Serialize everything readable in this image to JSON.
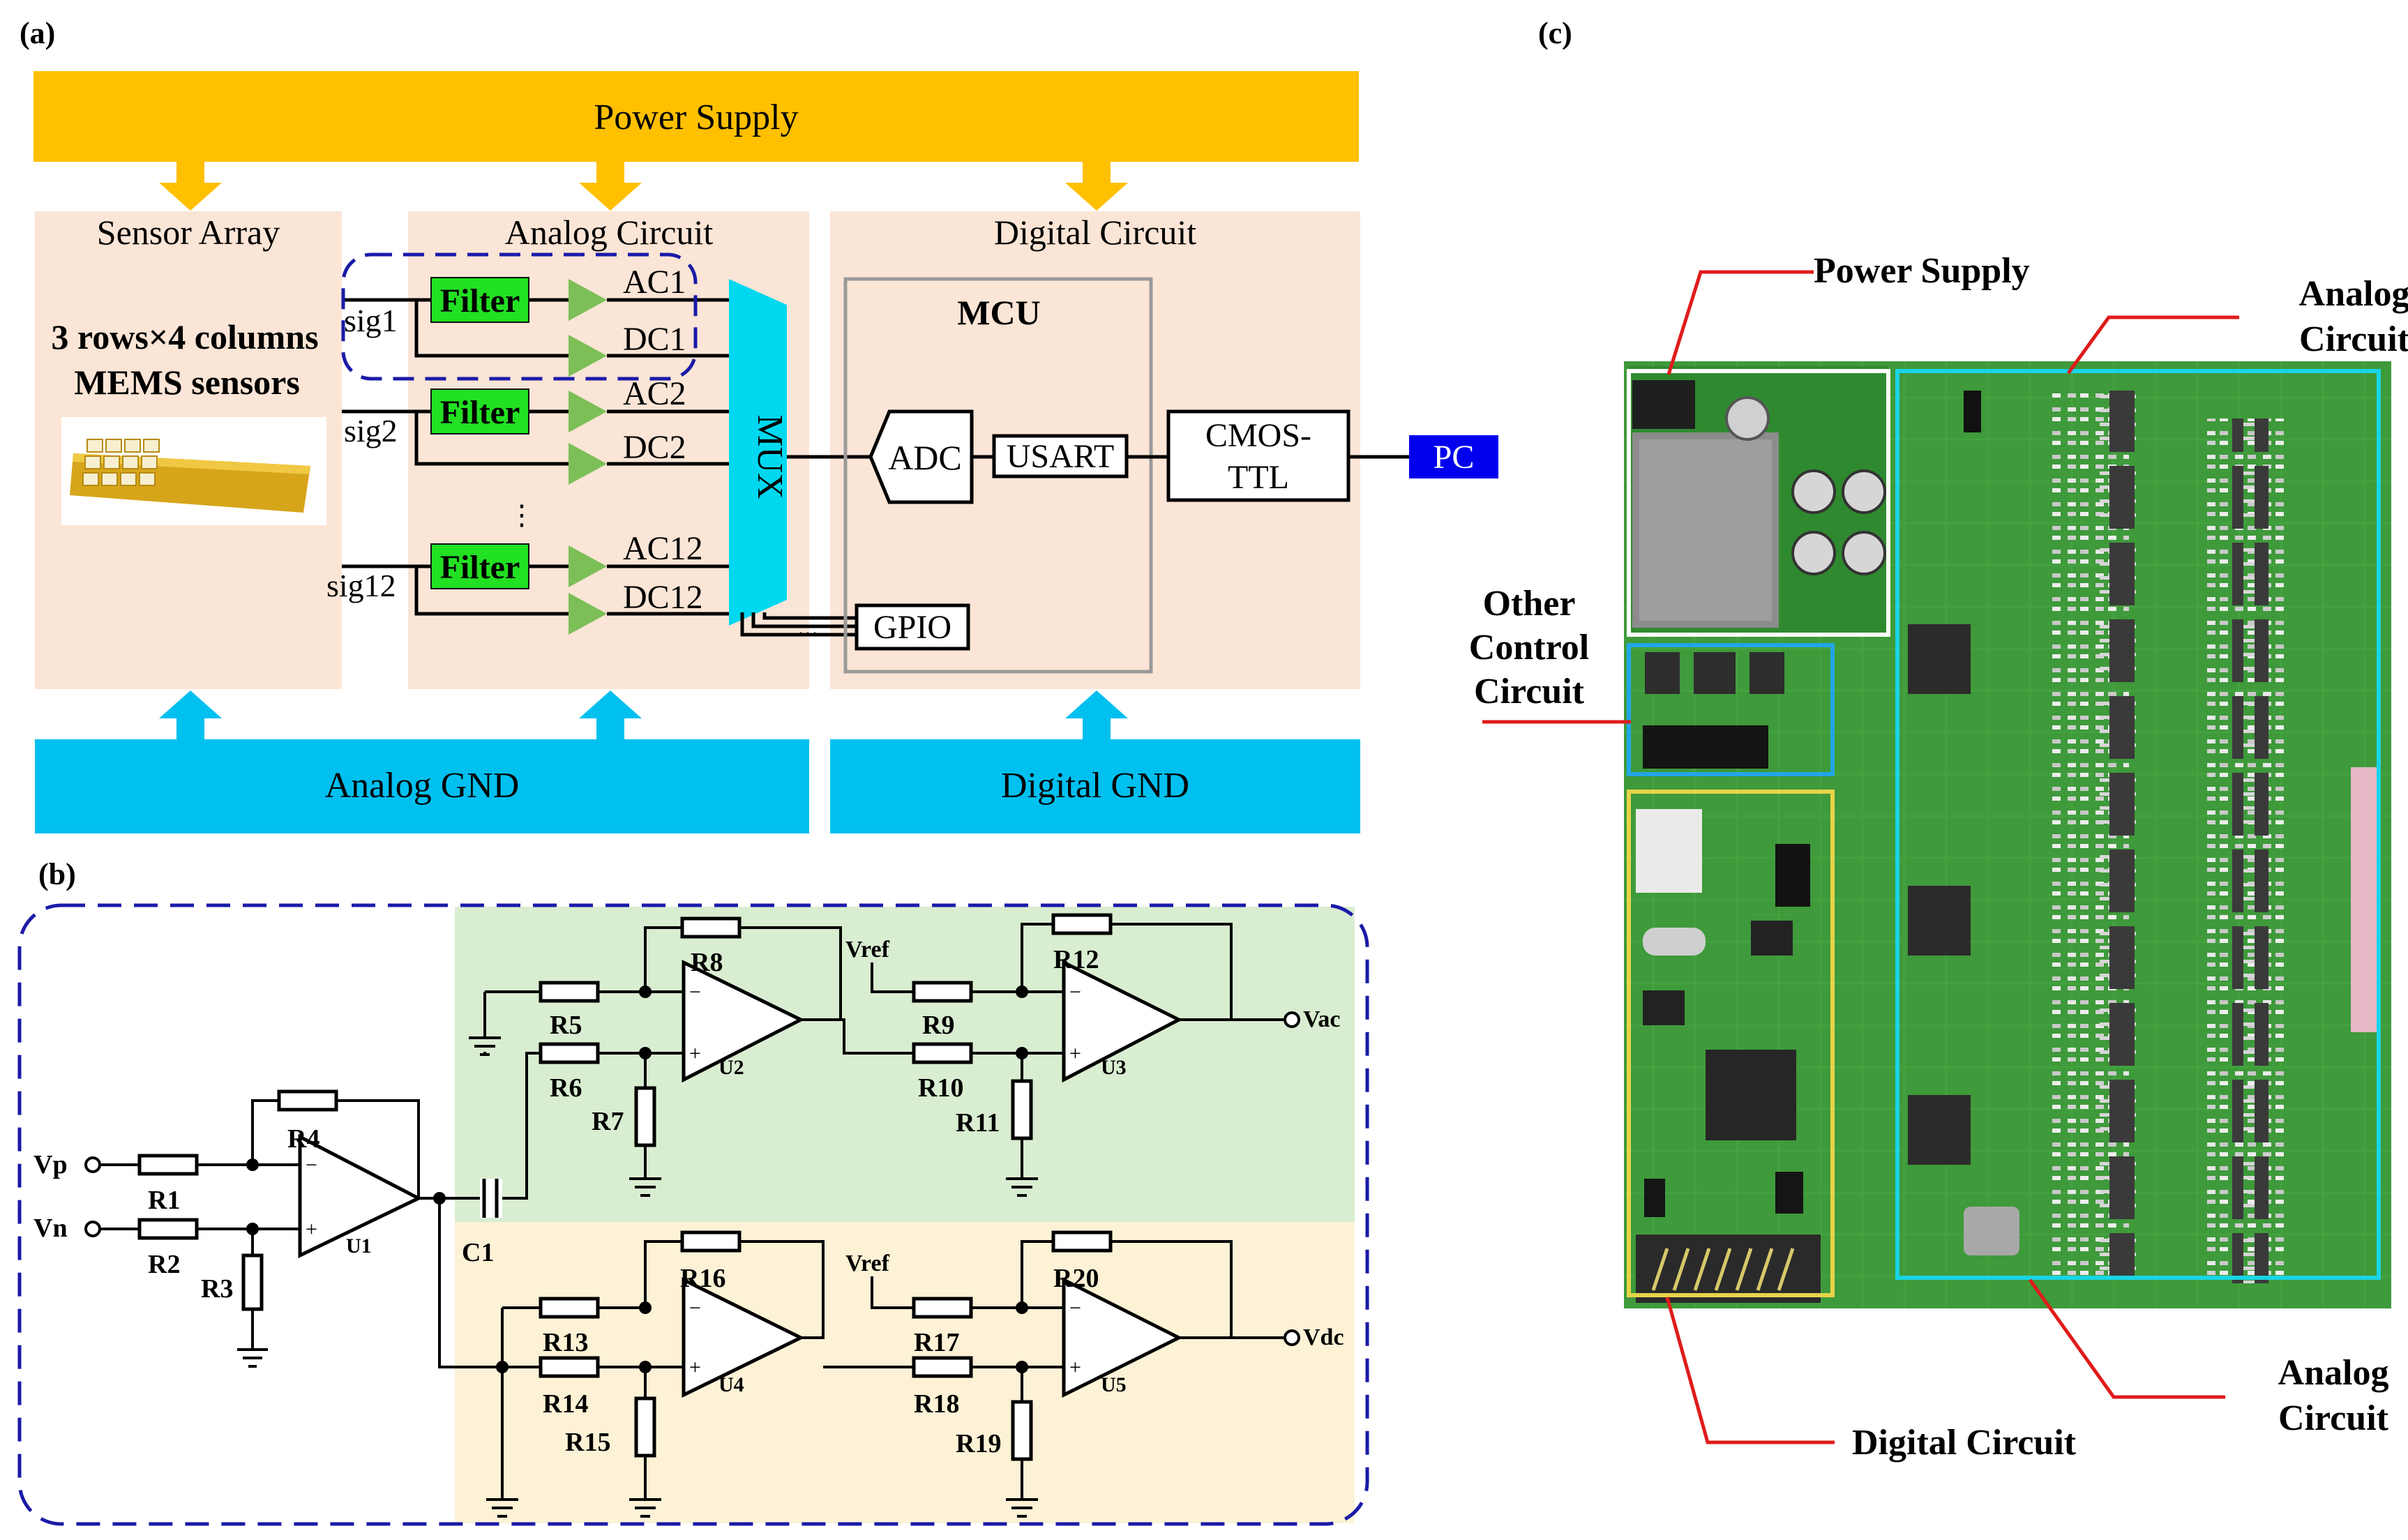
{
  "panel_labels": {
    "a": "(a)",
    "b": "(b)",
    "c": "(c)"
  },
  "colors": {
    "power": "#ffc000",
    "gnd": "#00c0f0",
    "block_bg": "#fbe5d6",
    "filter": "#22e022",
    "mux": "#00d8f0",
    "pc": "#0000ee",
    "green_bg": "#d9edd1",
    "yellow_bg": "#fdf2d6",
    "dash": "#1a1aa8",
    "pcb": "#3e9a3a",
    "callout": "#e01b1b"
  },
  "a": {
    "power_supply": "Power Supply",
    "sensor_array": "Sensor Array",
    "analog_circuit": "Analog Circuit",
    "digital_circuit": "Digital Circuit",
    "sensor_line1": "3 rows×4 columns",
    "sensor_line2": "MEMS sensors",
    "sig": [
      "sig1",
      "sig2",
      "sig12"
    ],
    "filter": "Filter",
    "ac": [
      "AC1",
      "AC2",
      "AC12"
    ],
    "dc": [
      "DC1",
      "DC2",
      "DC12"
    ],
    "vdots": "⋮",
    "hdots": "···",
    "mux": "MUX",
    "mcu": "MCU",
    "adc": "ADC",
    "usart": "USART",
    "cmos1": "CMOS-",
    "cmos2": "TTL",
    "pc": "PC",
    "gpio": "GPIO",
    "analog_gnd": "Analog GND",
    "digital_gnd": "Digital GND"
  },
  "b": {
    "vp": "Vp",
    "vn": "Vn",
    "r": [
      "R1",
      "R2",
      "R3",
      "R4",
      "R5",
      "R6",
      "R7",
      "R8",
      "R9",
      "R10",
      "R11",
      "R12",
      "R13",
      "R14",
      "R15",
      "R16",
      "R17",
      "R18",
      "R19",
      "R20"
    ],
    "c1": "C1",
    "u": [
      "U1",
      "U2",
      "U3",
      "U4",
      "U5"
    ],
    "vref": "Vref",
    "vac": "Vac",
    "vdc": "Vdc",
    "minus": "−",
    "plus": "+"
  },
  "c": {
    "power_supply": "Power Supply",
    "analog_top1": "Analog",
    "analog_top2": "Circuit",
    "other1": "Other",
    "other2": "Control",
    "other3": "Circuit",
    "analog_bot1": "Analog",
    "analog_bot2": "Circuit",
    "digital": "Digital Circuit"
  }
}
